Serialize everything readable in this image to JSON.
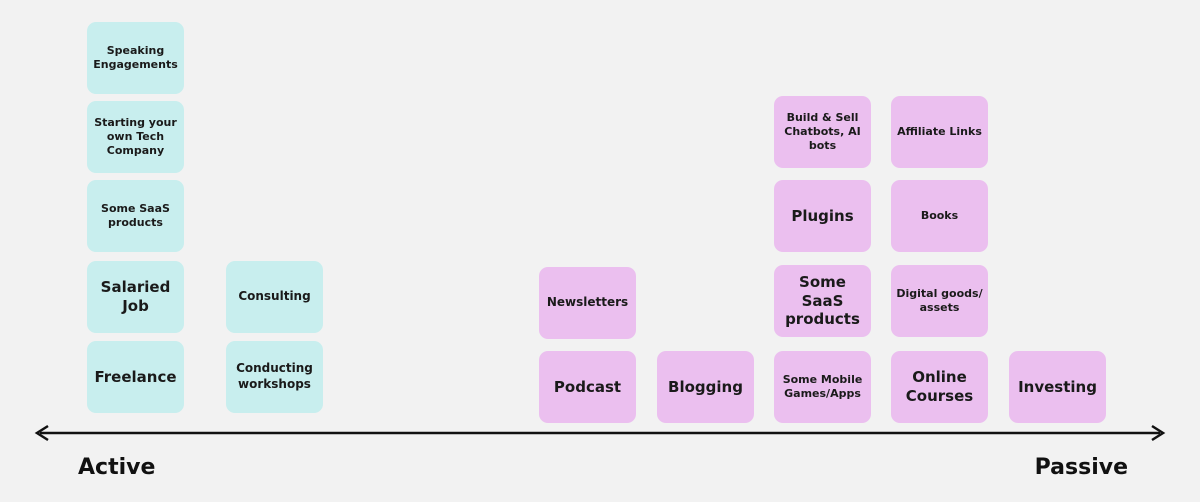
{
  "active_cards": {
    "speaking": "Speaking Engagements",
    "tech_company": "Starting your own Tech Company",
    "saas": "Some SaaS products",
    "salaried": "Salaried Job",
    "freelance": "Freelance",
    "consulting": "Consulting",
    "workshops": "Conducting workshops"
  },
  "passive_cards": {
    "newsletters": "Newsletters",
    "podcast": "Podcast",
    "blogging": "Blogging",
    "chatbots": "Build & Sell Chatbots, AI bots",
    "plugins": "Plugins",
    "saas": "Some SaaS products",
    "mobile_games": "Some Mobile Games/Apps",
    "affiliate": "Affiliate Links",
    "books": "Books",
    "digital_goods": "Digital goods/ assets",
    "online_courses": "Online Courses",
    "investing": "Investing"
  },
  "axis": {
    "left_label": "Active",
    "right_label": "Passive"
  },
  "colors": {
    "active": "#c8eeee",
    "passive": "#ebbfef",
    "background": "#f2f2f2"
  }
}
